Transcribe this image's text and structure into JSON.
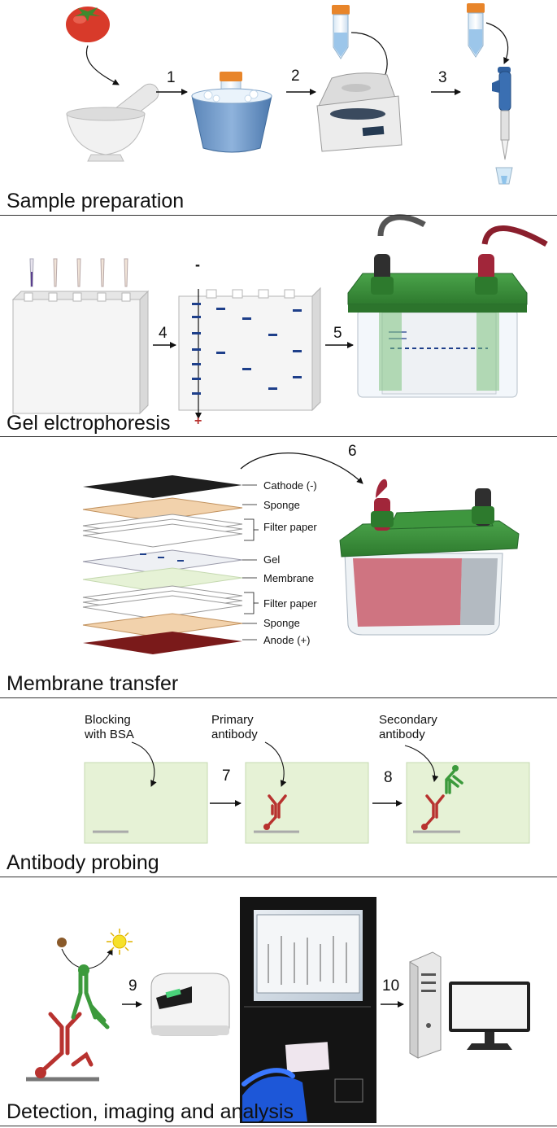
{
  "sections": {
    "sample_preparation": "Sample preparation",
    "gel_electrophoresis": "Gel elctrophoresis",
    "membrane_transfer": "Membrane transfer",
    "antibody_probing": "Antibody probing",
    "detection": "Detection, imaging and analysis"
  },
  "steps": [
    "1",
    "2",
    "3",
    "4",
    "5",
    "6",
    "7",
    "8",
    "9",
    "10"
  ],
  "gel_polarity": {
    "negative": "-",
    "positive": "+"
  },
  "transfer_stack": {
    "cathode": "Cathode (-)",
    "sponge_top": "Sponge",
    "filter_top": "Filter paper",
    "gel": "Gel",
    "membrane": "Membrane",
    "filter_bottom": "Filter paper",
    "sponge_bottom": "Sponge",
    "anode": "Anode (+)"
  },
  "probing_labels": {
    "blocking_line1": "Blocking",
    "blocking_line2": "with BSA",
    "primary_line1": "Primary",
    "primary_line2": "antibody",
    "secondary_line1": "Secondary",
    "secondary_line2": "antibody"
  },
  "colors": {
    "tomato": "#d83a2a",
    "tube_cap": "#e8852a",
    "gel_band": "#1e3f8a",
    "tank_green": "#3a8a3a",
    "membrane": "#e6f2d6",
    "antibody_red": "#b8322f",
    "antibody_green": "#3c9a3c",
    "anode": "#7a1a1a",
    "sponge": "#f2d2ac"
  }
}
